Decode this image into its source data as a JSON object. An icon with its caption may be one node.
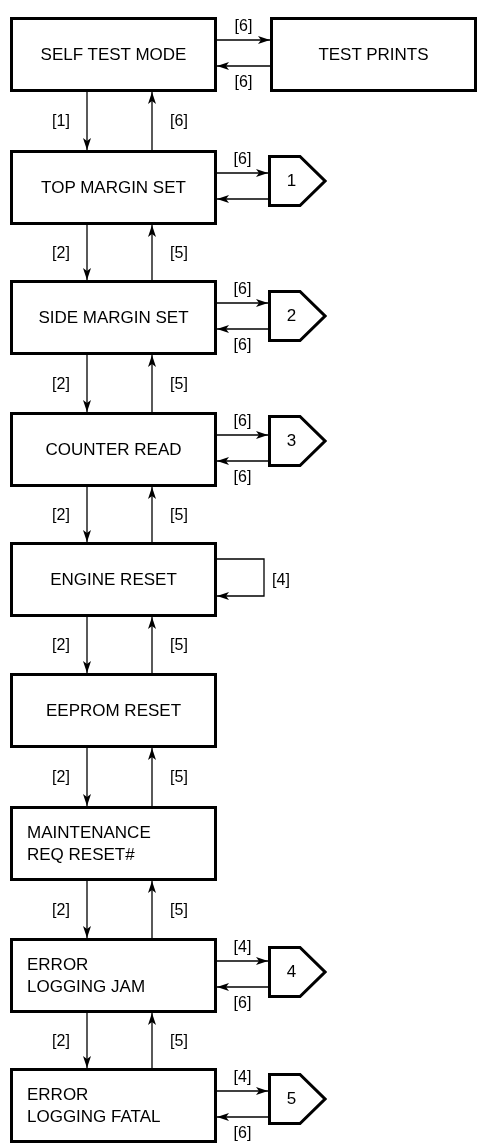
{
  "diagram": {
    "nodes": [
      {
        "text": [
          "SELF TEST MODE"
        ]
      },
      {
        "text": [
          "TEST PRINTS"
        ]
      },
      {
        "text": [
          "TOP MARGIN SET"
        ]
      },
      {
        "text": [
          "1"
        ]
      },
      {
        "text": [
          "SIDE MARGIN SET"
        ]
      },
      {
        "text": [
          "2"
        ]
      },
      {
        "text": [
          "COUNTER READ"
        ]
      },
      {
        "text": [
          "3"
        ]
      },
      {
        "text": [
          "ENGINE RESET"
        ]
      },
      {
        "text": [
          "EEPROM RESET"
        ]
      },
      {
        "text": [
          "MAINTENANCE REQ RESET#"
        ]
      },
      {
        "text": [
          "ERROR LOGGING JAM"
        ]
      },
      {
        "text": [
          "4"
        ]
      },
      {
        "text": [
          "ERROR LOGGING FATAL"
        ]
      },
      {
        "text": [
          "5"
        ]
      }
    ],
    "edges": [
      {
        "from": 0,
        "to": 1,
        "arrow": "to",
        "label": "[6]"
      },
      {
        "from": 1,
        "to": 0,
        "arrow": "to",
        "label": "[6]"
      },
      {
        "from": 0,
        "to": 2,
        "arrow": "to",
        "label": "[1]"
      },
      {
        "from": 2,
        "to": 0,
        "arrow": "to",
        "label": "[6]"
      },
      {
        "from": 2,
        "to": 3,
        "arrow": "to",
        "label": "[6]"
      },
      {
        "from": 3,
        "to": 2,
        "arrow": "to"
      },
      {
        "from": 2,
        "to": 4,
        "arrow": "to",
        "label": "[2]"
      },
      {
        "from": 4,
        "to": 2,
        "arrow": "to",
        "label": "[5]"
      },
      {
        "from": 4,
        "to": 5,
        "arrow": "to",
        "label": "[6]"
      },
      {
        "from": 5,
        "to": 4,
        "arrow": "to",
        "label": "[6]"
      },
      {
        "from": 4,
        "to": 6,
        "arrow": "to",
        "label": "[2]"
      },
      {
        "from": 6,
        "to": 4,
        "arrow": "to",
        "label": "[5]"
      },
      {
        "from": 6,
        "to": 7,
        "arrow": "to",
        "label": "[6]"
      },
      {
        "from": 7,
        "to": 6,
        "arrow": "to",
        "label": "[6]"
      },
      {
        "from": 6,
        "to": 8,
        "arrow": "to",
        "label": "[2]"
      },
      {
        "from": 8,
        "to": 6,
        "arrow": "to",
        "label": "[5]"
      },
      {
        "from": 8,
        "to": 8,
        "arrow": "to",
        "label": "[4]"
      },
      {
        "from": 8,
        "to": 9,
        "arrow": "to",
        "label": "[2]"
      },
      {
        "from": 9,
        "to": 8,
        "arrow": "to",
        "label": "[5]"
      },
      {
        "from": 9,
        "to": 10,
        "arrow": "to",
        "label": "[2]"
      },
      {
        "from": 10,
        "to": 9,
        "arrow": "to",
        "label": "[5]"
      },
      {
        "from": 10,
        "to": 11,
        "arrow": "to",
        "label": "[2]"
      },
      {
        "from": 11,
        "to": 10,
        "arrow": "to",
        "label": "[5]"
      },
      {
        "from": 11,
        "to": 12,
        "arrow": "to",
        "label": "[4]"
      },
      {
        "from": 12,
        "to": 11,
        "arrow": "to",
        "label": "[6]"
      },
      {
        "from": 11,
        "to": 13,
        "arrow": "to",
        "label": "[2]"
      },
      {
        "from": 13,
        "to": 11,
        "arrow": "to",
        "label": "[5]"
      },
      {
        "from": 13,
        "to": 14,
        "arrow": "to",
        "label": "[4]"
      },
      {
        "from": 14,
        "to": 13,
        "arrow": "to",
        "label": "[6]"
      }
    ]
  }
}
